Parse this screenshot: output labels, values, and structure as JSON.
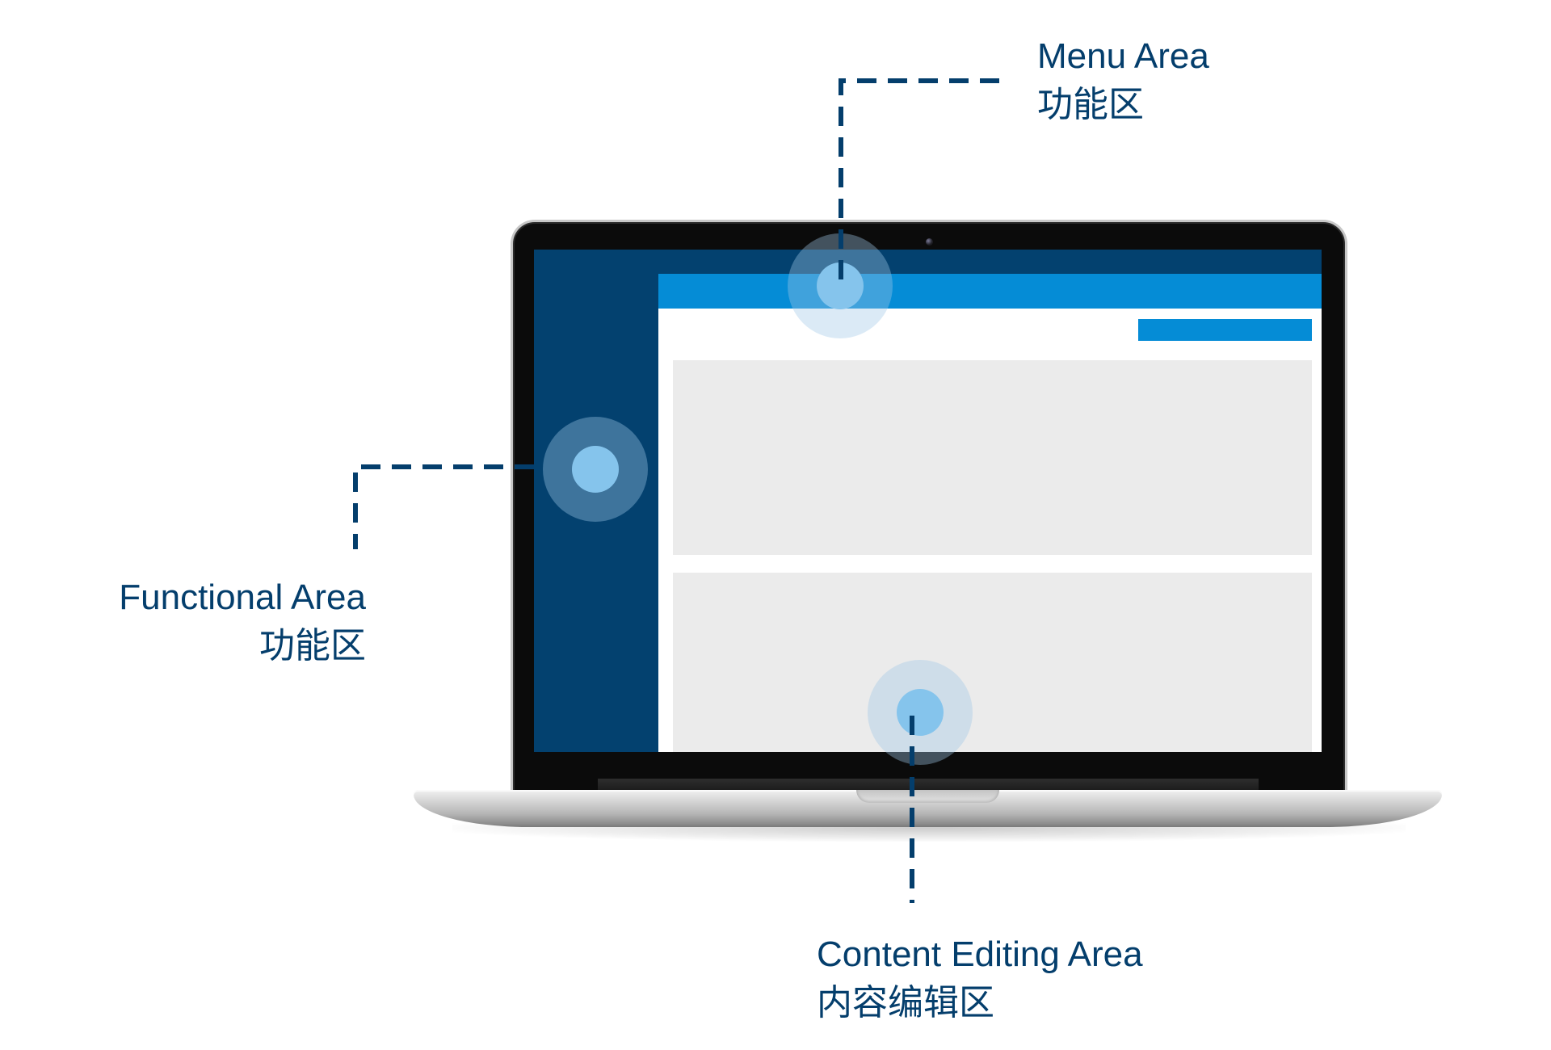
{
  "callouts": {
    "menu": {
      "title_en": "Menu Area",
      "title_zh": "功能区"
    },
    "functional": {
      "title_en": "Functional Area",
      "title_zh": "功能区"
    },
    "content": {
      "title_en": "Content Editing Area",
      "title_zh": "内容编辑区"
    }
  },
  "icons": {
    "camera": "camera-icon"
  },
  "colors": {
    "sidebar": "#03416f",
    "menu_bar": "#058cd6",
    "panel": "#ebebeb",
    "callout_line": "#043e6c",
    "label_text": "#043e6c",
    "marker_inner": "#85c4ec"
  }
}
